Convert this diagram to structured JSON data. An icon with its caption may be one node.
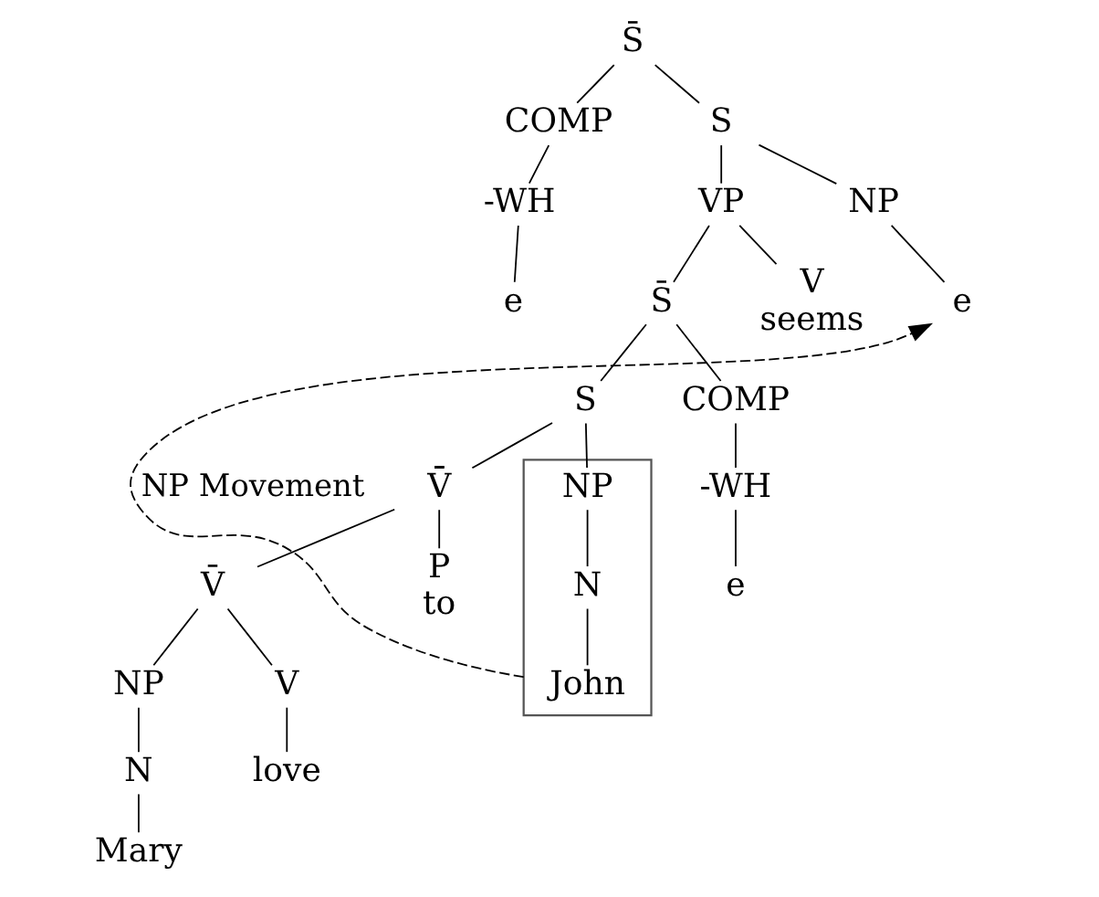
{
  "diagram": {
    "nodes": [
      {
        "text": [
          "S̄"
        ]
      },
      {
        "text": [
          "COMP"
        ]
      },
      {
        "text": [
          "-WH"
        ]
      },
      {
        "text": [
          "e"
        ]
      },
      {
        "text": [
          "S"
        ]
      },
      {
        "text": [
          "NP"
        ]
      },
      {
        "text": [
          "e"
        ]
      },
      {
        "text": [
          "VP"
        ]
      },
      {
        "text": [
          "V"
        ],
        "beside": [
          "seems"
        ]
      },
      {
        "text": [
          "S̄"
        ]
      },
      {
        "text": [
          "COMP"
        ]
      },
      {
        "text": [
          "-WH"
        ]
      },
      {
        "text": [
          "e"
        ]
      },
      {
        "text": [
          "S"
        ]
      },
      {
        "text": [],
        "shape": "box"
      },
      {
        "text": [
          "NP"
        ],
        "in": 14
      },
      {
        "text": [
          "N"
        ],
        "in": 14
      },
      {
        "text": [
          "John"
        ],
        "in": 14
      },
      {
        "text": [
          "V̄̄̄"
        ]
      },
      {
        "text": [
          "P"
        ],
        "beside": [
          "to"
        ]
      },
      {
        "text": [
          "V̄"
        ]
      },
      {
        "text": [
          "V"
        ]
      },
      {
        "text": [
          "love"
        ]
      },
      {
        "text": [
          "NP"
        ]
      },
      {
        "text": [
          "N"
        ]
      },
      {
        "text": [
          "Mary"
        ]
      }
    ],
    "edges": [
      {
        "from": 0,
        "to": 1,
        "arrow": "none"
      },
      {
        "from": 1,
        "to": 2,
        "arrow": "none"
      },
      {
        "from": 2,
        "to": 3,
        "arrow": "none"
      },
      {
        "from": 0,
        "to": 4,
        "arrow": "none"
      },
      {
        "from": 4,
        "to": 5,
        "arrow": "none"
      },
      {
        "from": 5,
        "to": 6,
        "arrow": "none"
      },
      {
        "from": 4,
        "to": 7,
        "arrow": "none"
      },
      {
        "from": 7,
        "to": 8,
        "arrow": "none"
      },
      {
        "from": 7,
        "to": 9,
        "arrow": "none"
      },
      {
        "from": 9,
        "to": 10,
        "arrow": "none"
      },
      {
        "from": 10,
        "to": 11,
        "arrow": "none"
      },
      {
        "from": 11,
        "to": 12,
        "arrow": "none"
      },
      {
        "from": 9,
        "to": 13,
        "arrow": "none"
      },
      {
        "from": 13,
        "to": 15,
        "arrow": "none"
      },
      {
        "from": 15,
        "to": 16,
        "arrow": "none"
      },
      {
        "from": 16,
        "to": 17,
        "arrow": "none"
      },
      {
        "from": 13,
        "to": 18,
        "arrow": "none"
      },
      {
        "from": 18,
        "to": 19,
        "arrow": "none"
      },
      {
        "from": 18,
        "to": 20,
        "arrow": "none"
      },
      {
        "from": 20,
        "to": 21,
        "arrow": "none"
      },
      {
        "from": 21,
        "to": 22,
        "arrow": "none"
      },
      {
        "from": 20,
        "to": 23,
        "arrow": "none"
      },
      {
        "from": 23,
        "to": 24,
        "arrow": "none"
      },
      {
        "from": 24,
        "to": 25,
        "arrow": "none"
      },
      {
        "from": 14,
        "to": 6,
        "arrow": "to",
        "style": "dashed",
        "label": "NP Movement"
      }
    ]
  }
}
